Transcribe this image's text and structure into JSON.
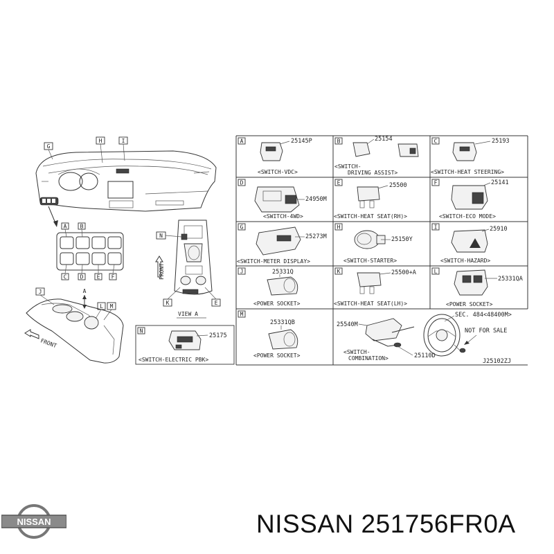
{
  "diagram": {
    "code": "J25102ZJ",
    "overview_callouts": [
      "G",
      "H",
      "I"
    ],
    "switch_panel_letters": [
      "A",
      "B",
      "C",
      "D",
      "E",
      "F"
    ],
    "console_callouts": [
      "N",
      "K",
      "E"
    ],
    "console_view": "VIEW A",
    "console_front": "FRONT",
    "floor_callouts": [
      "J",
      "L",
      "M"
    ],
    "floor_arrow_label": "A",
    "floor_front": "FRONT",
    "cells": [
      {
        "letter": "A",
        "part": "25145P",
        "caption": "<SWITCH-VDC>"
      },
      {
        "letter": "B",
        "part": "25154",
        "caption": "<SWITCH-",
        "caption2": "DRIVING ASSIST>"
      },
      {
        "letter": "C",
        "part": "25193",
        "caption": "<SWITCH-HEAT STEERING>"
      },
      {
        "letter": "D",
        "part": "24950M",
        "caption": "<SWITCH-4WD>"
      },
      {
        "letter": "E",
        "part": "25500",
        "caption": "<SWITCH-HEAT SEAT(RH)>"
      },
      {
        "letter": "F",
        "part": "25141",
        "caption": "<SWITCH-ECO MODE>"
      },
      {
        "letter": "G",
        "part": "25273M",
        "caption": "<SWITCH-METER DISPLAY>"
      },
      {
        "letter": "H",
        "part": "25150Y",
        "caption": "<SWITCH-STARTER>"
      },
      {
        "letter": "I",
        "part": "25910",
        "caption": "<SWITCH-HAZARD>"
      },
      {
        "letter": "J",
        "part": "25331Q",
        "caption": "<POWER SOCKET>"
      },
      {
        "letter": "K",
        "part": "25500+A",
        "caption": "<SWITCH-HEAT SEAT(LH)>"
      },
      {
        "letter": "L",
        "part": "25331QA",
        "caption": "<POWER SOCKET>"
      },
      {
        "letter": "M",
        "part": "25331QB",
        "caption": "<POWER SOCKET>"
      },
      {
        "letter": "N",
        "part": "25175",
        "caption": "<SWITCH-ELECTRIC PBK>"
      }
    ],
    "combination": {
      "part_left": "25540M",
      "part_right": "25110D",
      "caption": "<SWITCH-",
      "caption2": "COMBINATION>",
      "sec": "SEC. 484<48400M>",
      "not_for_sale": "NOT FOR SALE"
    }
  },
  "footer": {
    "logo_text": "NISSAN",
    "title": "NISSAN 251756FR0A"
  }
}
